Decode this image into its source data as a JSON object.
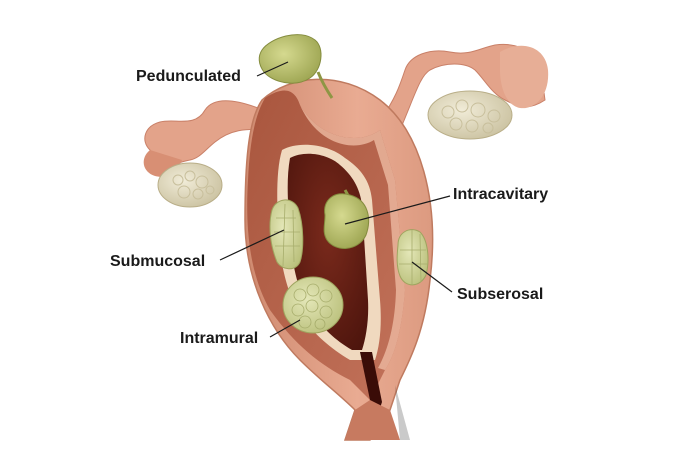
{
  "labels": {
    "pedunculated": "Pedunculated",
    "intracavitary": "Intracavitary",
    "submucosal": "Submucosal",
    "subserosal": "Subserosal",
    "intramural": "Intramural"
  },
  "colors": {
    "outer_wall": "#e8a98f",
    "cut_wall": "#b8644a",
    "cavity": "#6b1f14",
    "endometrium": "#f1ddc4",
    "fibroid": "#cfd49a",
    "stalk_fibroid": "#bcc27a",
    "tube": "#e2a48c",
    "ovary": "#e3dcc3"
  }
}
